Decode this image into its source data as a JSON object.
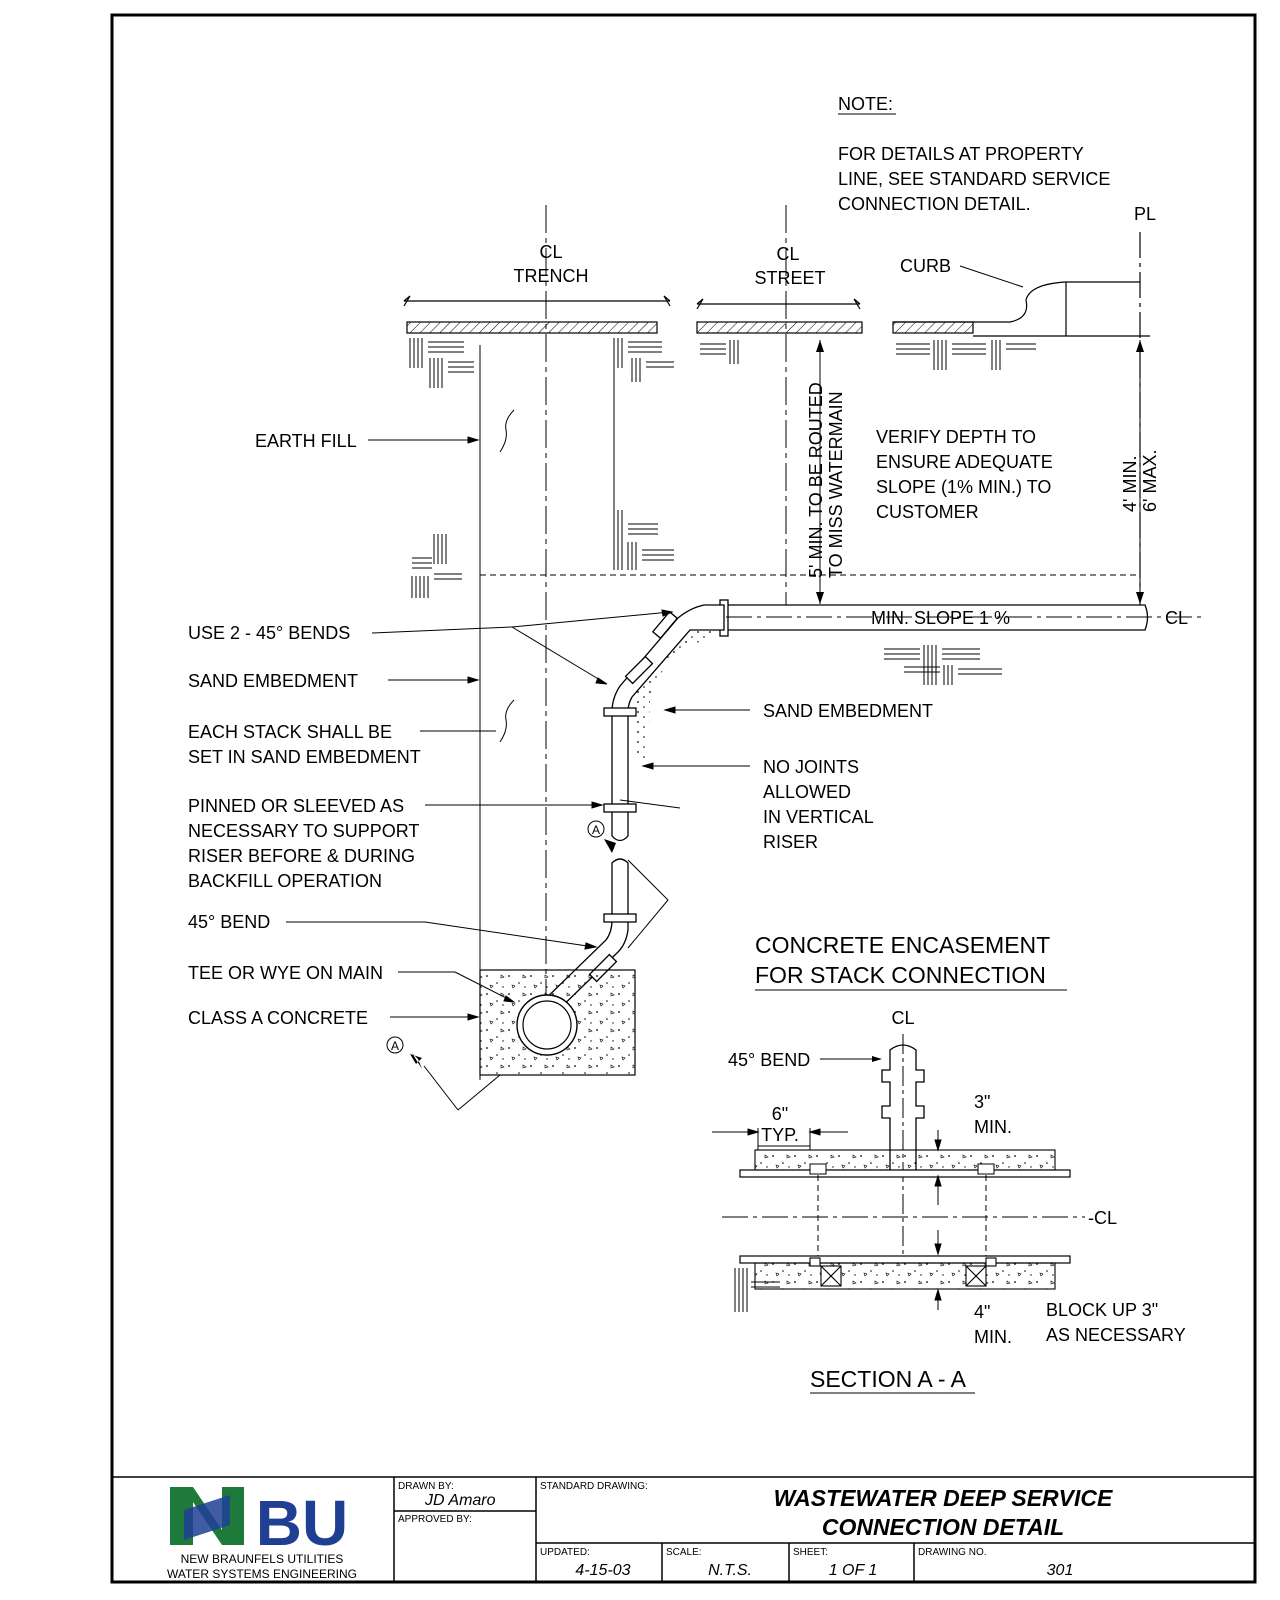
{
  "note": {
    "heading": "NOTE:",
    "lines": [
      "FOR DETAILS AT PROPERTY",
      "LINE, SEE STANDARD SERVICE",
      "CONNECTION DETAIL."
    ]
  },
  "markers": {
    "pl": "PL",
    "cl_trench": [
      "CL",
      "TRENCH"
    ],
    "cl_street": [
      "CL",
      "STREET"
    ],
    "curb": "CURB",
    "cl_main": "CL",
    "section_mark": "A"
  },
  "labels": {
    "earth_fill": "EARTH FILL",
    "use_bends": "USE 2 - 45° BENDS",
    "sand_embedment_left": "SAND EMBEDMENT",
    "each_stack": [
      "EACH STACK SHALL BE",
      "SET IN SAND EMBEDMENT"
    ],
    "pinned": [
      "PINNED OR SLEEVED AS",
      "NECESSARY TO SUPPORT",
      "RISER BEFORE & DURING",
      "BACKFILL OPERATION"
    ],
    "bend_45": "45° BEND",
    "tee_wye": "TEE OR WYE ON MAIN",
    "class_a": "CLASS A CONCRETE",
    "sand_embedment_right": "SAND EMBEDMENT",
    "no_joints": [
      "NO JOINTS",
      "ALLOWED",
      "IN VERTICAL",
      "RISER"
    ],
    "verify_depth": [
      "VERIFY DEPTH TO",
      "ENSURE ADEQUATE",
      "SLOPE (1% MIN.) TO",
      "CUSTOMER"
    ],
    "five_min": [
      "5' MIN. TO BE ROUTED",
      "TO MISS WATERMAIN"
    ],
    "depth_range": [
      "4' MIN.",
      "6' MAX."
    ],
    "min_slope": "MIN. SLOPE 1 %"
  },
  "section": {
    "encasement_title": [
      "CONCRETE ENCASEMENT",
      "FOR STACK CONNECTION"
    ],
    "cl_top": "CL",
    "bend": "45° BEND",
    "typ": [
      "6\"",
      "TYP."
    ],
    "three_min": [
      "3\"",
      "MIN."
    ],
    "cl_right": "-CL",
    "four_min": [
      "4\"",
      "MIN."
    ],
    "block_up": [
      "BLOCK UP 3\"",
      "AS NECESSARY"
    ],
    "title": "SECTION A - A"
  },
  "title_block": {
    "logo": "NBU",
    "org_lines": [
      "NEW BRAUNFELS UTILITIES",
      "WATER SYSTEMS ENGINEERING"
    ],
    "drawn_by_caption": "DRAWN BY:",
    "drawn_by": "JD Amaro",
    "approved_by_caption": "APPROVED BY:",
    "standard_caption": "STANDARD DRAWING:",
    "title_lines": [
      "WASTEWATER DEEP SERVICE",
      "CONNECTION DETAIL"
    ],
    "updated_caption": "UPDATED:",
    "updated": "4-15-03",
    "scale_caption": "SCALE:",
    "scale": "N.T.S.",
    "sheet_caption": "SHEET:",
    "sheet": "1 OF 1",
    "drawing_no_caption": "DRAWING NO.",
    "drawing_no": "301"
  },
  "colors": {
    "logo_blue": "#1f3f95",
    "logo_green": "#1d7a3a",
    "line": "#000000"
  }
}
